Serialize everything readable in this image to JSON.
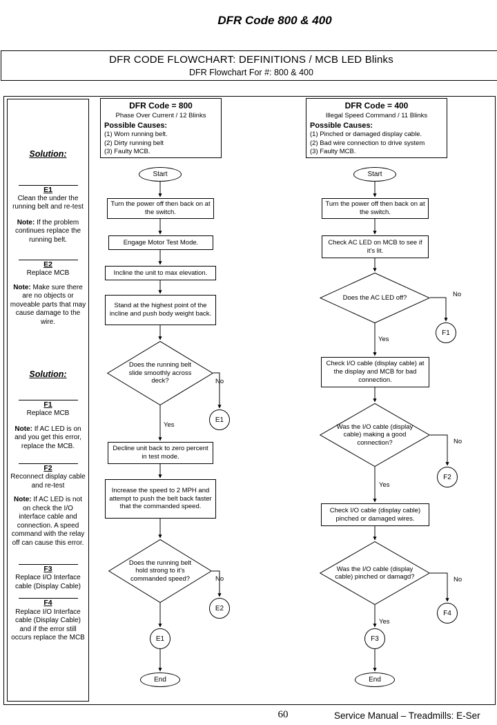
{
  "page": {
    "title": "DFR Code 800 & 400",
    "page_number": "60",
    "footer_text": "Service Manual – Treadmills: E-Ser"
  },
  "header": {
    "line1": "DFR CODE FLOWCHART: DEFINITIONS / MCB LED Blinks",
    "line2": "DFR Flowchart For #: 800 & 400"
  },
  "solutions": {
    "section1_title": "Solution:",
    "e1": {
      "label": "E1",
      "text": "Clean the under the running belt and re-test",
      "note_label": "Note:",
      "note": "If the problem continues replace the running belt."
    },
    "e2": {
      "label": "E2",
      "text": "Replace MCB",
      "note_label": "Note:",
      "note": "Make sure there are no objects or moveable parts that may cause damage to the wire."
    },
    "section2_title": "Solution:",
    "f1": {
      "label": "F1",
      "text": "Replace MCB",
      "note_label": "Note:",
      "note": "If AC LED is on and you get this error, replace the MCB."
    },
    "f2": {
      "label": "F2",
      "text": "Reconnect display cable and re-test",
      "note_label": "Note:",
      "note": "If AC LED is not on check the I/O interface cable and connection. A speed command with the relay off can cause this error."
    },
    "f3": {
      "label": "F3",
      "text": "Replace I/O Interface cable (Display Cable)"
    },
    "f4": {
      "label": "F4",
      "text": "Replace I/O Interface cable (Display Cable) and if the error still occurs replace the MCB"
    }
  },
  "chart800": {
    "header": {
      "title": "DFR Code = 800",
      "subtitle": "Phase Over Current / 12 Blinks",
      "causes_label": "Possible Causes:",
      "causes": [
        "(1) Worn running belt.",
        "(2) Dirty running belt",
        "(3) Faulty MCB."
      ]
    },
    "start": "Start",
    "steps": {
      "s1": "Turn the power off then back on at the switch.",
      "s2": "Engage Motor Test Mode.",
      "s3": "Incline the unit to max elevation.",
      "s4": "Stand at the highest point of the incline and push body weight back.",
      "s5": "Decline unit back to zero percent in test mode.",
      "s6": "Increase the speed to 2 MPH and attempt to push the belt back faster that the commanded speed."
    },
    "decisions": {
      "d1": "Does the running belt slide smoothly across deck?",
      "d2": "Does the running belt hold strong to it's commanded speed?"
    },
    "labels": {
      "yes": "Yes",
      "no": "No"
    },
    "connectors": {
      "e1_branch": "E1",
      "e2_branch": "E2",
      "e1_terminal": "E1"
    },
    "end": "End"
  },
  "chart400": {
    "header": {
      "title": "DFR Code = 400",
      "subtitle": "Illegal Speed Command / 11 Blinks",
      "causes_label": "Possible Causes:",
      "causes": [
        "(1) Pinched or damaged display cable.",
        "(2) Bad wire connection to drive system",
        "(3) Faulty MCB."
      ]
    },
    "start": "Start",
    "steps": {
      "s1": "Turn the power off then back on at the switch.",
      "s2": "Check AC LED on MCB to see if it's lit.",
      "s3": "Check I/O cable (display cable) at the display and MCB for bad connection.",
      "s4": "Check I/O cable (display cable) pinched or damaged wires."
    },
    "decisions": {
      "d1": "Does the AC LED off?",
      "d2": "Was the I/O cable (display cable) making a good connection?",
      "d3": "Was the I/O cable (display cable) pinched or damagd?"
    },
    "labels": {
      "yes": "Yes",
      "no": "No"
    },
    "connectors": {
      "f1_branch": "F1",
      "f2_branch": "F2",
      "f4_branch": "F4",
      "f3_terminal": "F3"
    },
    "end": "End"
  }
}
